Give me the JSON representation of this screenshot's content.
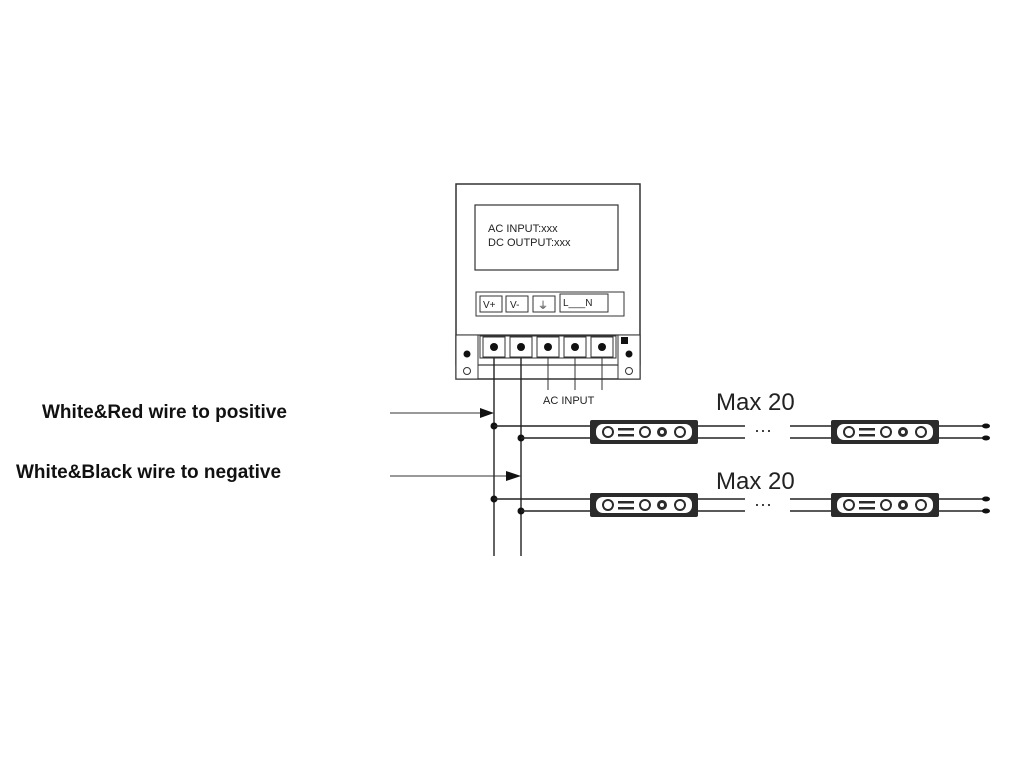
{
  "power_supply": {
    "label_panel": {
      "line1": "AC INPUT:xxx",
      "line2": "DC OUTPUT:xxx"
    },
    "terminal_labels": {
      "v_plus": "V+",
      "v_minus": "V-",
      "ground": "⏚",
      "line_neutral": "L___N"
    },
    "ac_input_label": "AC INPUT"
  },
  "callouts": {
    "positive": "White&Red wire to positive",
    "negative": "White&Black wire to negative"
  },
  "led_chains": [
    {
      "max_label": "Max 20",
      "ellipsis": "···"
    },
    {
      "max_label": "Max 20",
      "ellipsis": "···"
    }
  ],
  "colors": {
    "line": "#222222",
    "module_body": "#2b2b2b",
    "background": "#ffffff"
  }
}
